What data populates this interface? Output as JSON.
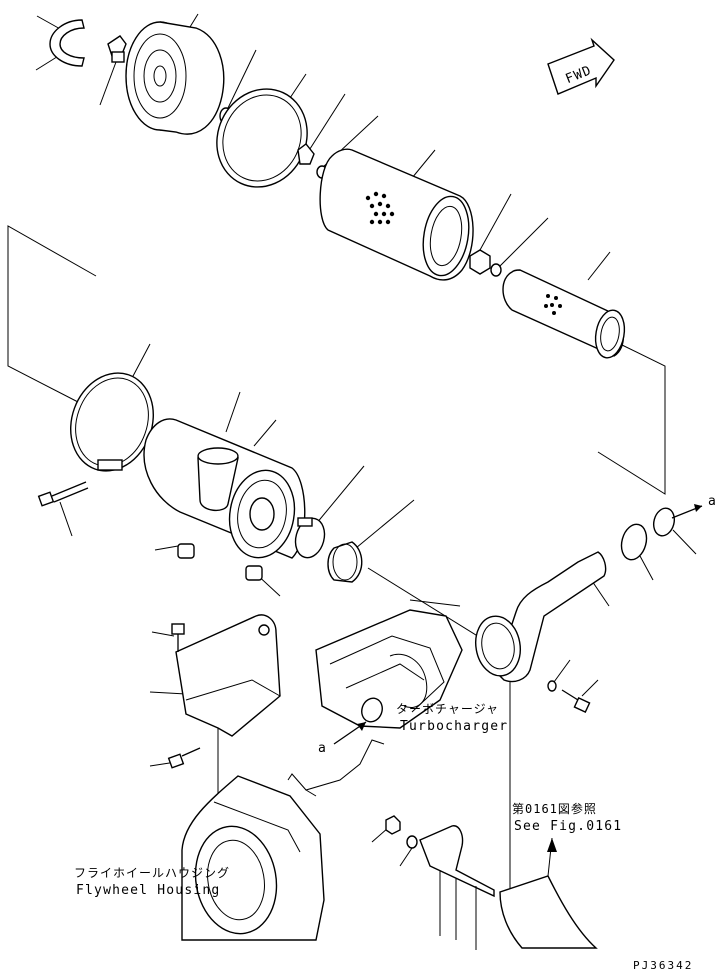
{
  "callouts": {
    "fwd": "FWD",
    "turbo_jp": "ターボチャージャ",
    "turbo_en": "Turbocharger",
    "flywheel_jp": "フライホイールハウジング",
    "flywheel_en": "Flywheel Housing",
    "fig_jp": "第0161図参照",
    "fig_en": "See Fig.0161",
    "ref_a_right": "a",
    "ref_a_left": "a"
  },
  "drawing_code": "PJ36342"
}
